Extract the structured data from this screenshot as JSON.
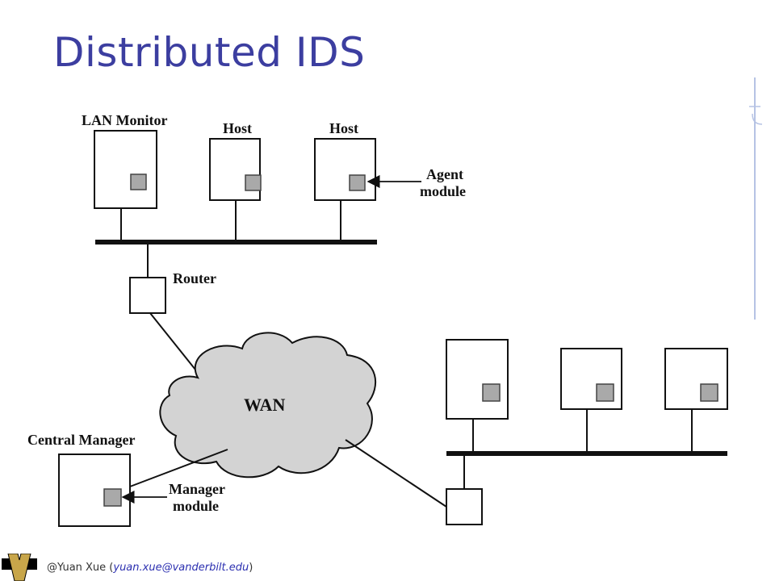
{
  "slide": {
    "title": "Distributed IDS"
  },
  "diagram": {
    "labels": {
      "lan_monitor": "LAN Monitor",
      "host1": "Host",
      "host2": "Host",
      "agent_module_line1": "Agent",
      "agent_module_line2": "module",
      "router": "Router",
      "wan": "WAN",
      "central_manager": "Central Manager",
      "manager_module_line1": "Manager",
      "manager_module_line2": "module"
    }
  },
  "footer": {
    "author": "@Yuan Xue (",
    "email": "yuan.xue@vanderbilt.edu",
    "close": ")"
  },
  "colors": {
    "title": "#3c3ea0",
    "cloud_fill": "#d3d3d3",
    "module_fill": "#a9a9a9",
    "logo_gold": "#c8a64a"
  }
}
